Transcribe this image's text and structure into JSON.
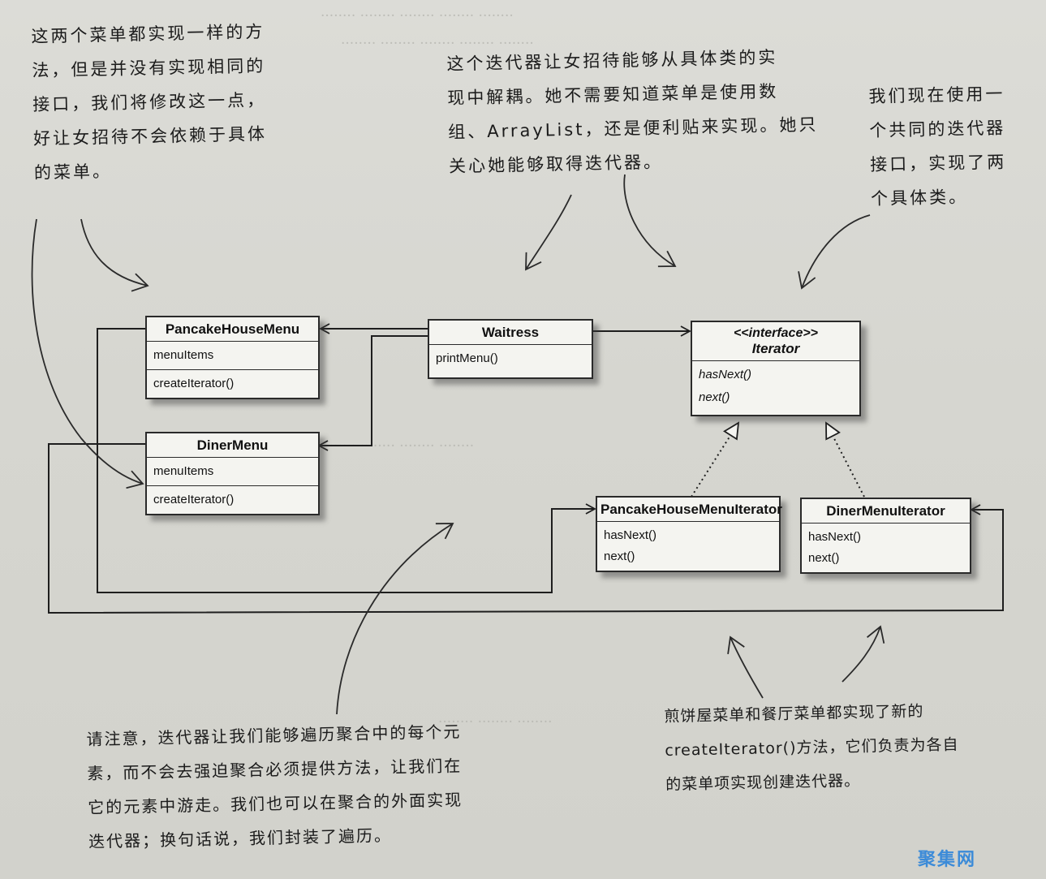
{
  "notes": {
    "top_left": [
      "这两个菜单都实现一样的方",
      "法，但是并没有实现相同的",
      "接口，我们将修改这一点，",
      "好让女招待不会依赖于具体",
      "的菜单。"
    ],
    "top_center": [
      "这个迭代器让女招待能够从具体类的实",
      "现中解耦。她不需要知道菜单是使用数",
      "组、ArrayList，还是便利贴来实现。她只",
      "关心她能够取得迭代器。"
    ],
    "top_right": [
      "我们现在使用一",
      "个共同的迭代器",
      "接口，实现了两",
      "个具体类。"
    ],
    "bottom_left": [
      "请注意，迭代器让我们能够遍历聚合中的每个元",
      "素，而不会去强迫聚合必须提供方法，让我们在",
      "它的元素中游走。我们也可以在聚合的外面实现",
      "迭代器；换句话说，我们封装了遍历。"
    ],
    "bottom_right": [
      "煎饼屋菜单和餐厅菜单都实现了新的",
      "createIterator()方法，它们负责为各自",
      "的菜单项实现创建迭代器。"
    ]
  },
  "classes": {
    "pancake_menu": {
      "name": "PancakeHouseMenu",
      "fields": [
        "menuItems"
      ],
      "methods": [
        "createIterator()"
      ]
    },
    "diner_menu": {
      "name": "DinerMenu",
      "fields": [
        "menuItems"
      ],
      "methods": [
        "createIterator()"
      ]
    },
    "waitress": {
      "name": "Waitress",
      "methods": [
        "printMenu()"
      ]
    },
    "iterator": {
      "stereotype": "<<interface>>",
      "name": "Iterator",
      "methods": [
        "hasNext()",
        "next()"
      ]
    },
    "pancake_iterator": {
      "name": "PancakeHouseMenuIterator",
      "methods": [
        "hasNext()",
        "next()"
      ]
    },
    "diner_iterator": {
      "name": "DinerMenuIterator",
      "methods": [
        "hasNext()",
        "next()"
      ]
    }
  },
  "watermark": "聚集网"
}
